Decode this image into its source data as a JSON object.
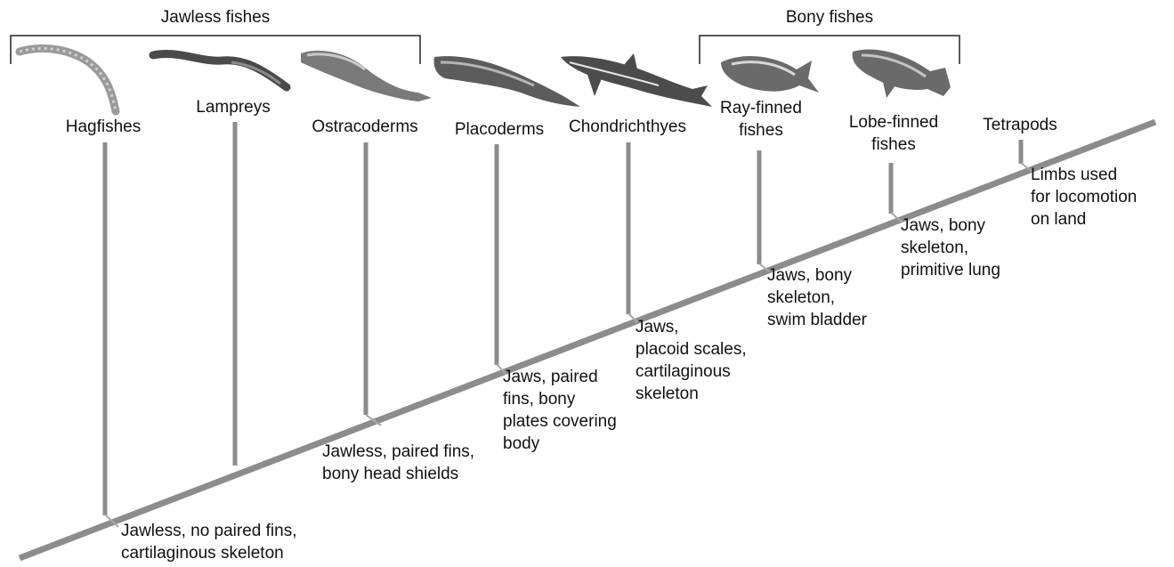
{
  "groups": {
    "jawless": {
      "title": "Jawless fishes"
    },
    "bony": {
      "title": "Bony fishes"
    }
  },
  "taxa": [
    {
      "name": "Hagfishes",
      "trait_lines": [
        "Jawless, no paired fins,",
        "cartilaginous skeleton"
      ]
    },
    {
      "name": "Lampreys",
      "trait_lines": []
    },
    {
      "name": "Ostracoderms",
      "trait_lines": [
        "Jawless, paired fins,",
        "bony head shields"
      ]
    },
    {
      "name": "Placoderms",
      "trait_lines": [
        "Jaws, paired",
        "fins, bony",
        "plates covering",
        "body"
      ]
    },
    {
      "name": "Chondrichthyes",
      "trait_lines": [
        "Jaws,",
        "placoid scales,",
        "cartilaginous",
        "skeleton"
      ]
    },
    {
      "name_lines": [
        "Ray-finned",
        "fishes"
      ],
      "trait_lines": [
        "Jaws, bony",
        "skeleton,",
        "swim bladder"
      ]
    },
    {
      "name_lines": [
        "Lobe-finned",
        "fishes"
      ],
      "trait_lines": [
        "Jaws, bony",
        "skeleton,",
        "primitive lung"
      ]
    },
    {
      "name": "Tetrapods",
      "trait_lines": [
        "Limbs used",
        "for locomotion",
        "on land"
      ]
    }
  ],
  "colors": {
    "branch": "#8c8c8c",
    "tick": "#a8a8a8",
    "bracket": "#222222",
    "fish": "#6e6e6e"
  },
  "icons": [
    "hagfish-icon",
    "lamprey-icon",
    "ostracoderm-icon",
    "placoderm-icon",
    "shark-icon",
    "ray-finned-fish-icon",
    "lobe-finned-fish-icon"
  ]
}
